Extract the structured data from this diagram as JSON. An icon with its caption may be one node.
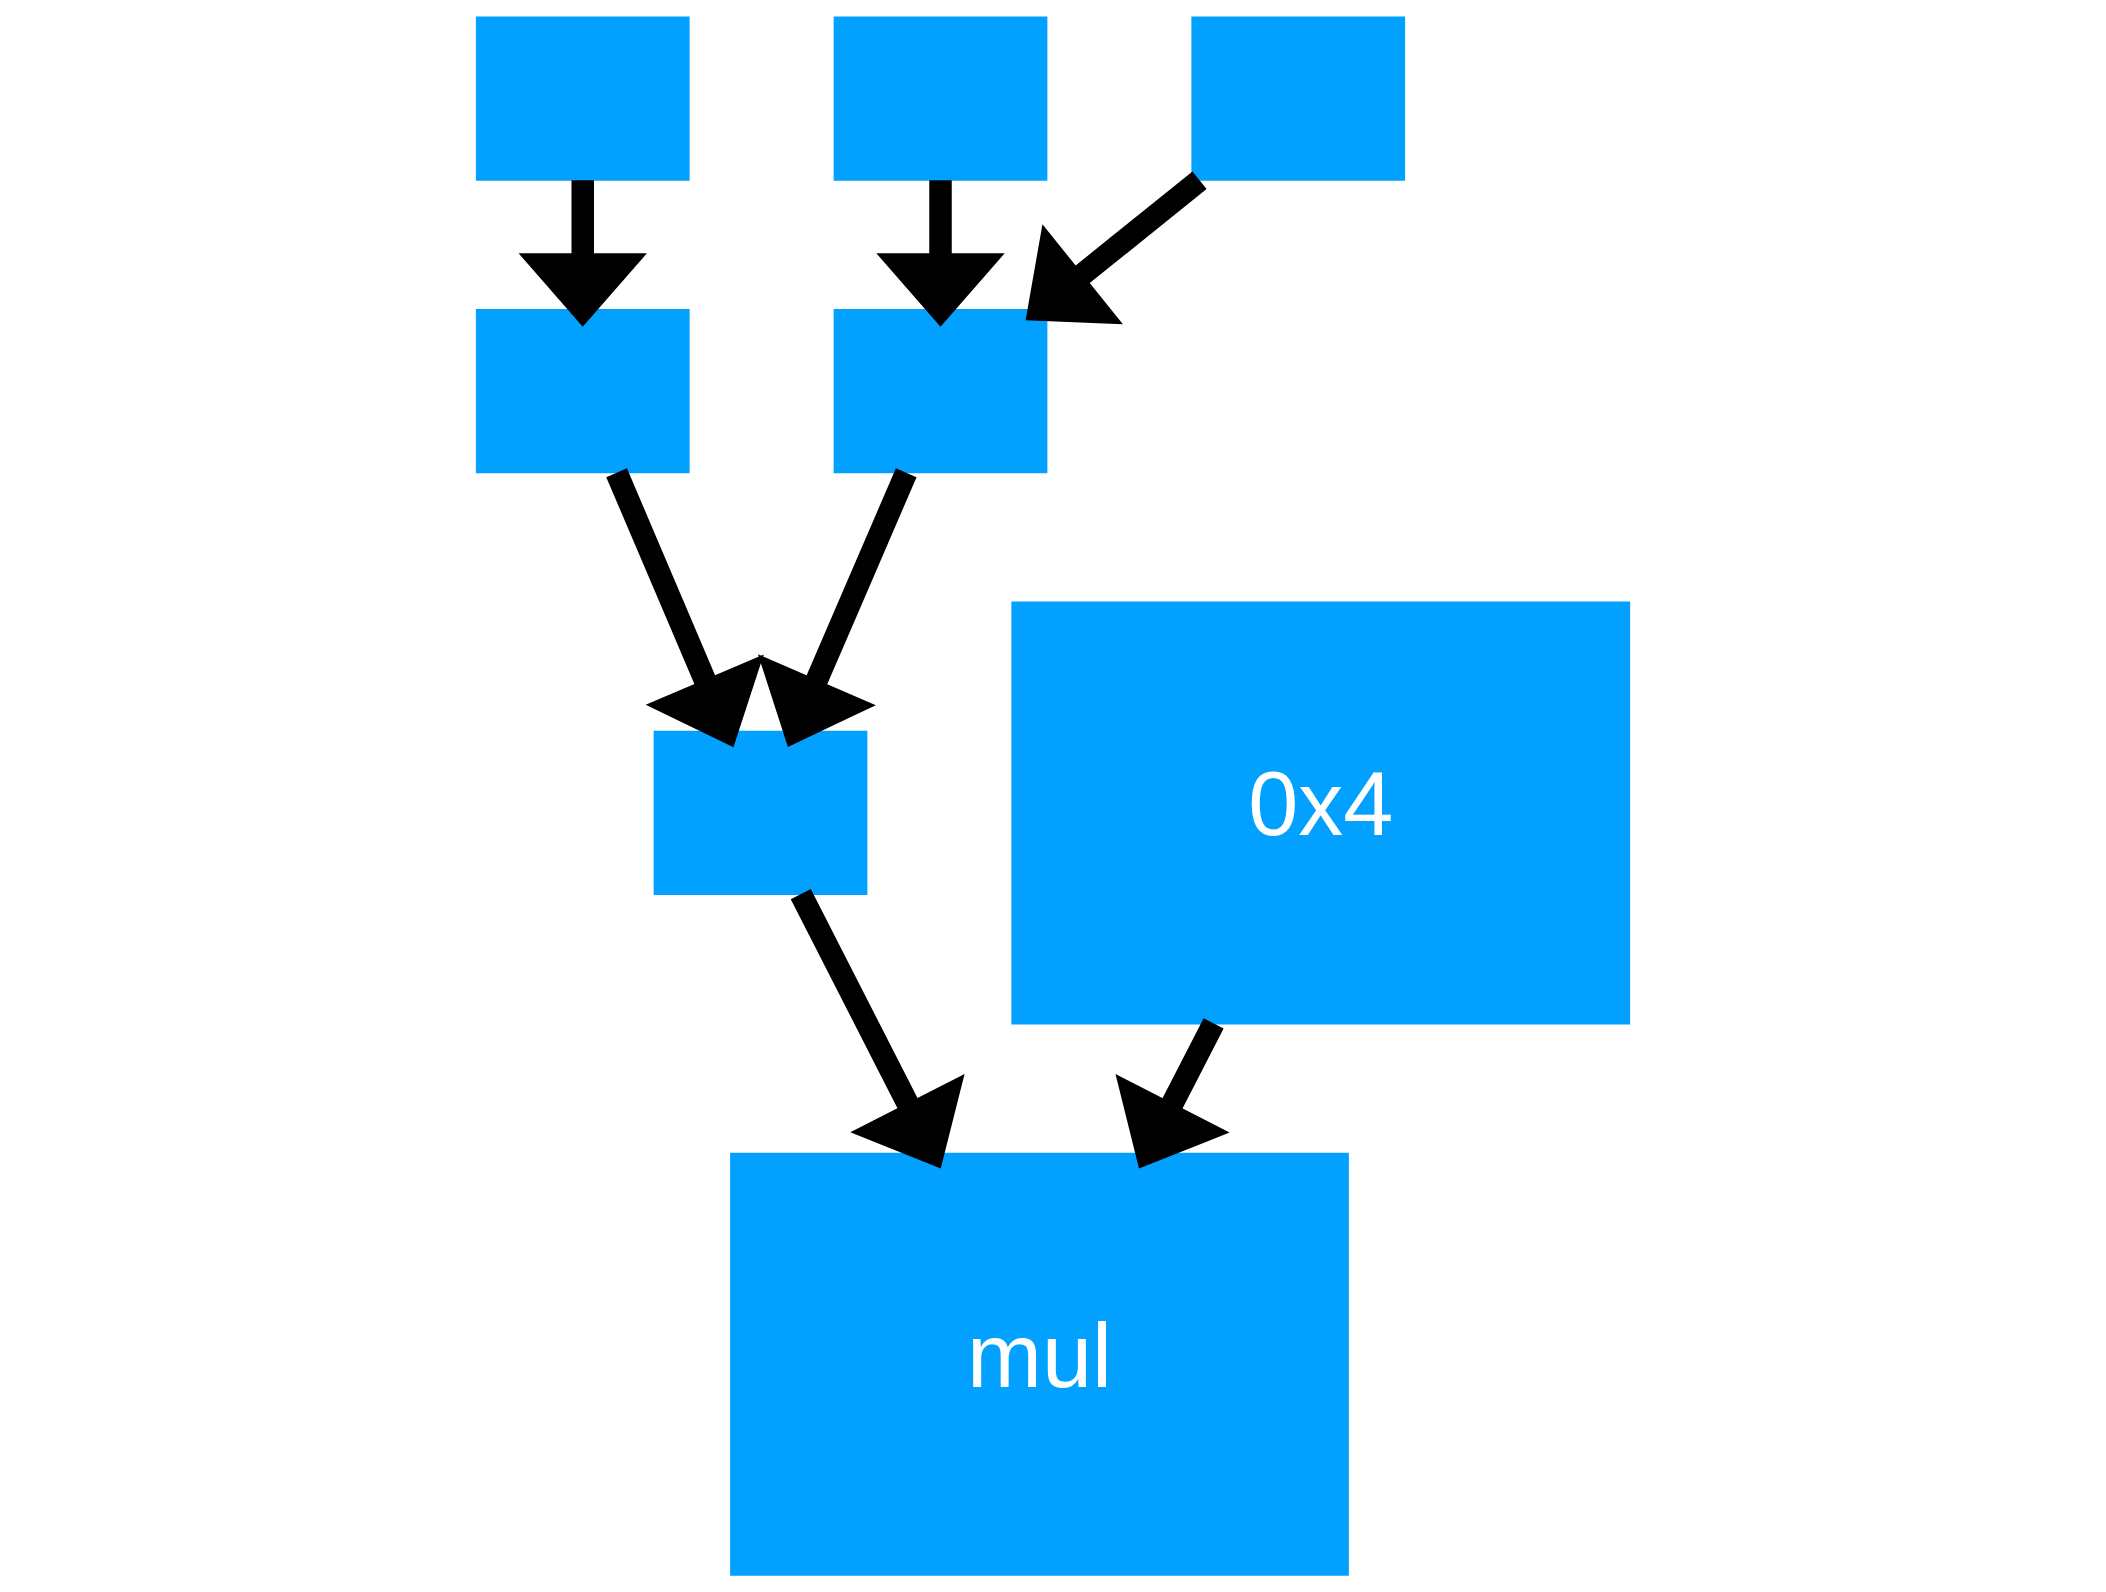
{
  "diagram": {
    "nodes": [
      {
        "text": [],
        "shape": "box"
      },
      {
        "text": [],
        "shape": "box"
      },
      {
        "text": [],
        "shape": "box"
      },
      {
        "text": [],
        "shape": "box"
      },
      {
        "text": [],
        "shape": "box"
      },
      {
        "text": [
          "0x4"
        ]
      },
      {
        "text": [],
        "shape": "box"
      },
      {
        "text": [
          "mul"
        ]
      }
    ],
    "edges": [
      {
        "from": 0,
        "to": 3,
        "arrow": "to"
      },
      {
        "from": 1,
        "to": 4,
        "arrow": "to"
      },
      {
        "from": 2,
        "to": 4,
        "arrow": "to"
      },
      {
        "from": 3,
        "to": 6,
        "arrow": "to"
      },
      {
        "from": 4,
        "to": 6,
        "arrow": "to"
      },
      {
        "from": 6,
        "to": 7,
        "arrow": "to"
      },
      {
        "from": 5,
        "to": 7,
        "arrow": "to"
      }
    ]
  }
}
